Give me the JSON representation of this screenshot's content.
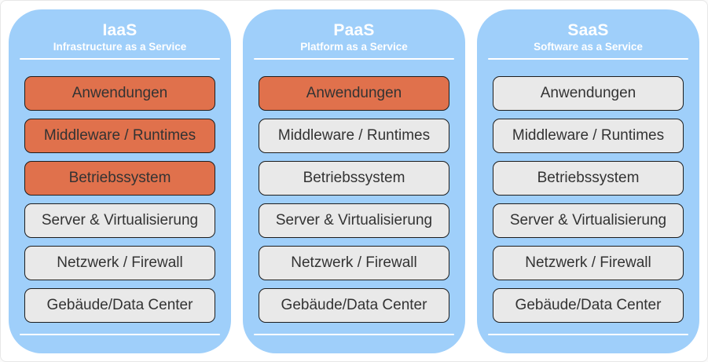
{
  "colors": {
    "column_blue": "#9fcffa",
    "managed_orange": "#e0714c",
    "provider_gray": "#e9e9e9",
    "box_border": "#1d1d1d",
    "box_text": "#333333",
    "title_text": "#ffffff"
  },
  "columns": [
    {
      "id": "iaas",
      "acronym": "IaaS",
      "subtitle": "Infrastructure as a Service",
      "layers": [
        {
          "label": "Anwendungen",
          "highlighted": true
        },
        {
          "label": "Middleware / Runtimes",
          "highlighted": true
        },
        {
          "label": "Betriebssystem",
          "highlighted": true
        },
        {
          "label": "Server & Virtualisierung",
          "highlighted": false
        },
        {
          "label": "Netzwerk / Firewall",
          "highlighted": false
        },
        {
          "label": "Gebäude/Data Center",
          "highlighted": false
        }
      ]
    },
    {
      "id": "paas",
      "acronym": "PaaS",
      "subtitle": "Platform as a Service",
      "layers": [
        {
          "label": "Anwendungen",
          "highlighted": true
        },
        {
          "label": "Middleware / Runtimes",
          "highlighted": false
        },
        {
          "label": "Betriebssystem",
          "highlighted": false
        },
        {
          "label": "Server & Virtualisierung",
          "highlighted": false
        },
        {
          "label": "Netzwerk / Firewall",
          "highlighted": false
        },
        {
          "label": "Gebäude/Data Center",
          "highlighted": false
        }
      ]
    },
    {
      "id": "saas",
      "acronym": "SaaS",
      "subtitle": "Software as a Service",
      "layers": [
        {
          "label": "Anwendungen",
          "highlighted": false
        },
        {
          "label": "Middleware / Runtimes",
          "highlighted": false
        },
        {
          "label": "Betriebssystem",
          "highlighted": false
        },
        {
          "label": "Server & Virtualisierung",
          "highlighted": false
        },
        {
          "label": "Netzwerk / Firewall",
          "highlighted": false
        },
        {
          "label": "Gebäude/Data Center",
          "highlighted": false
        }
      ]
    }
  ]
}
